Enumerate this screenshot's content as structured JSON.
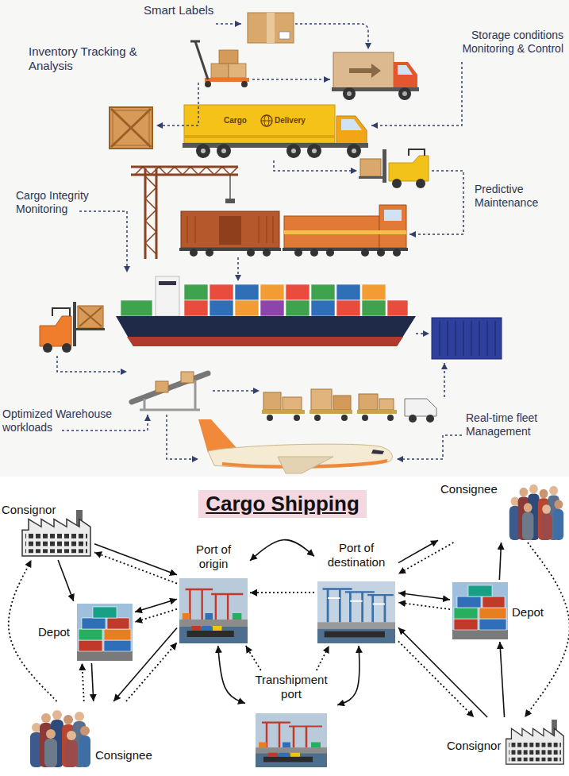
{
  "diagram": {
    "title": "Cargo Shipping",
    "nodes": [
      {
        "text": [
          "Consignor"
        ]
      },
      {
        "text": [
          "Depot"
        ]
      },
      {
        "text": [
          "Consignee"
        ]
      },
      {
        "text": [
          "Port of origin"
        ]
      },
      {
        "text": [
          "Port of destination"
        ]
      },
      {
        "text": [
          "Transhipment port"
        ]
      },
      {
        "text": [
          "Consignee"
        ]
      },
      {
        "text": [
          "Depot"
        ]
      },
      {
        "text": [
          "Consignor"
        ]
      }
    ],
    "edges": [
      {
        "from": 0,
        "to": 1,
        "arrow": "to"
      },
      {
        "from": 0,
        "to": 3,
        "arrow": "to"
      },
      {
        "from": 3,
        "to": 0,
        "arrow": "to"
      },
      {
        "from": 2,
        "to": 0,
        "arrow": "to"
      },
      {
        "from": 1,
        "to": 2,
        "arrow": "to"
      },
      {
        "from": 2,
        "to": 1,
        "arrow": "to"
      },
      {
        "from": 1,
        "to": 3,
        "arrow": "both"
      },
      {
        "from": 3,
        "to": 1,
        "arrow": "to"
      },
      {
        "from": 3,
        "to": 2,
        "arrow": "to"
      },
      {
        "from": 2,
        "to": 3,
        "arrow": "to"
      },
      {
        "from": 3,
        "to": 4,
        "arrow": "both"
      },
      {
        "from": 4,
        "to": 3,
        "arrow": "to"
      },
      {
        "from": 3,
        "to": 5,
        "arrow": "both"
      },
      {
        "from": 5,
        "to": 3,
        "arrow": "to"
      },
      {
        "from": 4,
        "to": 5,
        "arrow": "both"
      },
      {
        "from": 5,
        "to": 4,
        "arrow": "to"
      },
      {
        "from": 4,
        "to": 6,
        "arrow": "to"
      },
      {
        "from": 6,
        "to": 4,
        "arrow": "to"
      },
      {
        "from": 7,
        "to": 6,
        "arrow": "to"
      },
      {
        "from": 4,
        "to": 7,
        "arrow": "both"
      },
      {
        "from": 7,
        "to": 4,
        "arrow": "to"
      },
      {
        "from": 8,
        "to": 7,
        "arrow": "to"
      },
      {
        "from": 8,
        "to": 4,
        "arrow": "to"
      },
      {
        "from": 4,
        "to": 8,
        "arrow": "to"
      },
      {
        "from": 6,
        "to": 8,
        "arrow": "to"
      }
    ],
    "labels": [
      "Smart Labels",
      "Inventory Tracking & Analysis",
      "Storage conditions Monitoring & Control",
      "Cargo",
      "Delivery",
      "Predictive Maintenance",
      "Cargo Integrity Monitoring",
      "Optimized Warehouse workloads",
      "Real-time fleet Management"
    ]
  }
}
